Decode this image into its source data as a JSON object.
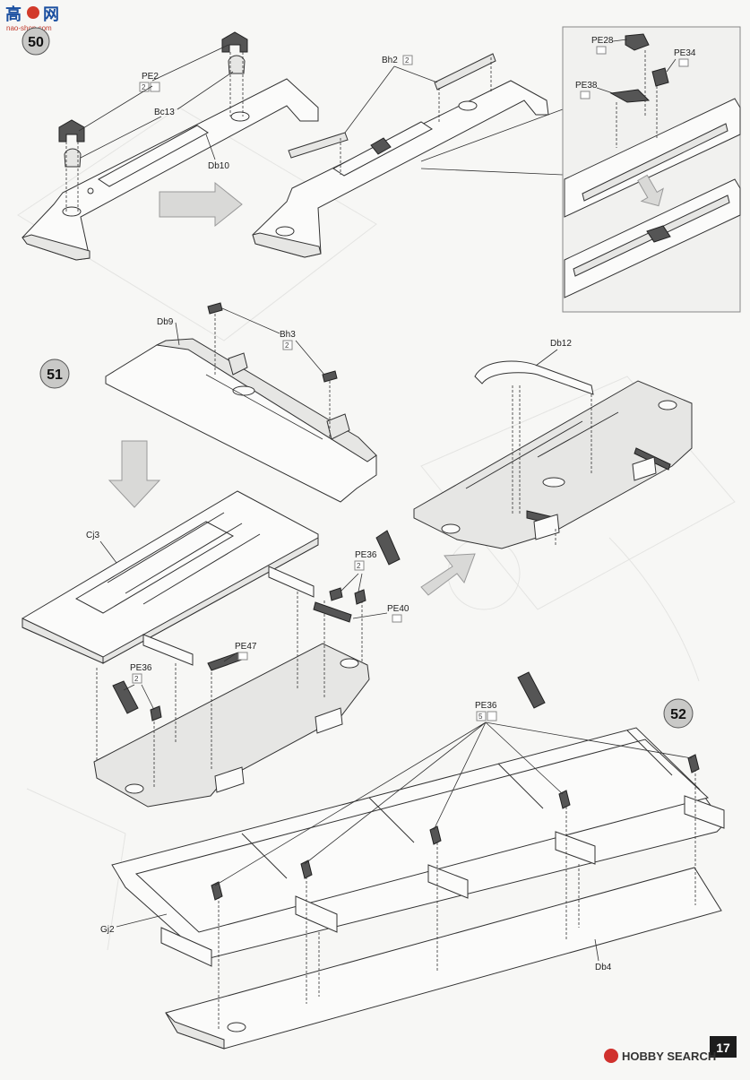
{
  "watermark": {
    "top_left_logo_chars": "高",
    "top_left_logo_chars_2": "网",
    "top_left_url": "nao-shon.com"
  },
  "steps": {
    "s50": "50",
    "s51": "51",
    "s52": "52"
  },
  "parts": {
    "pe2": "PE2",
    "pe2_qty": "2",
    "bc13": "Bc13",
    "db10": "Db10",
    "bh2": "Bh2",
    "bh2_qty": "2",
    "pe28": "PE28",
    "pe34": "PE34",
    "pe38": "PE38",
    "db9": "Db9",
    "bh3": "Bh3",
    "bh3_qty": "2",
    "db12": "Db12",
    "cj3": "Cj3",
    "pe36_a": "PE36",
    "pe36_a_qty": "2",
    "pe40": "PE40",
    "pe47": "PE47",
    "pe36_b": "PE36",
    "pe36_b_qty": "2",
    "pe36_c": "PE36",
    "pe36_c_qty": "5",
    "gj2": "Gj2",
    "db4": "Db4"
  },
  "footer": {
    "page_number": "17",
    "brand": "HOBBY SEARCH"
  }
}
